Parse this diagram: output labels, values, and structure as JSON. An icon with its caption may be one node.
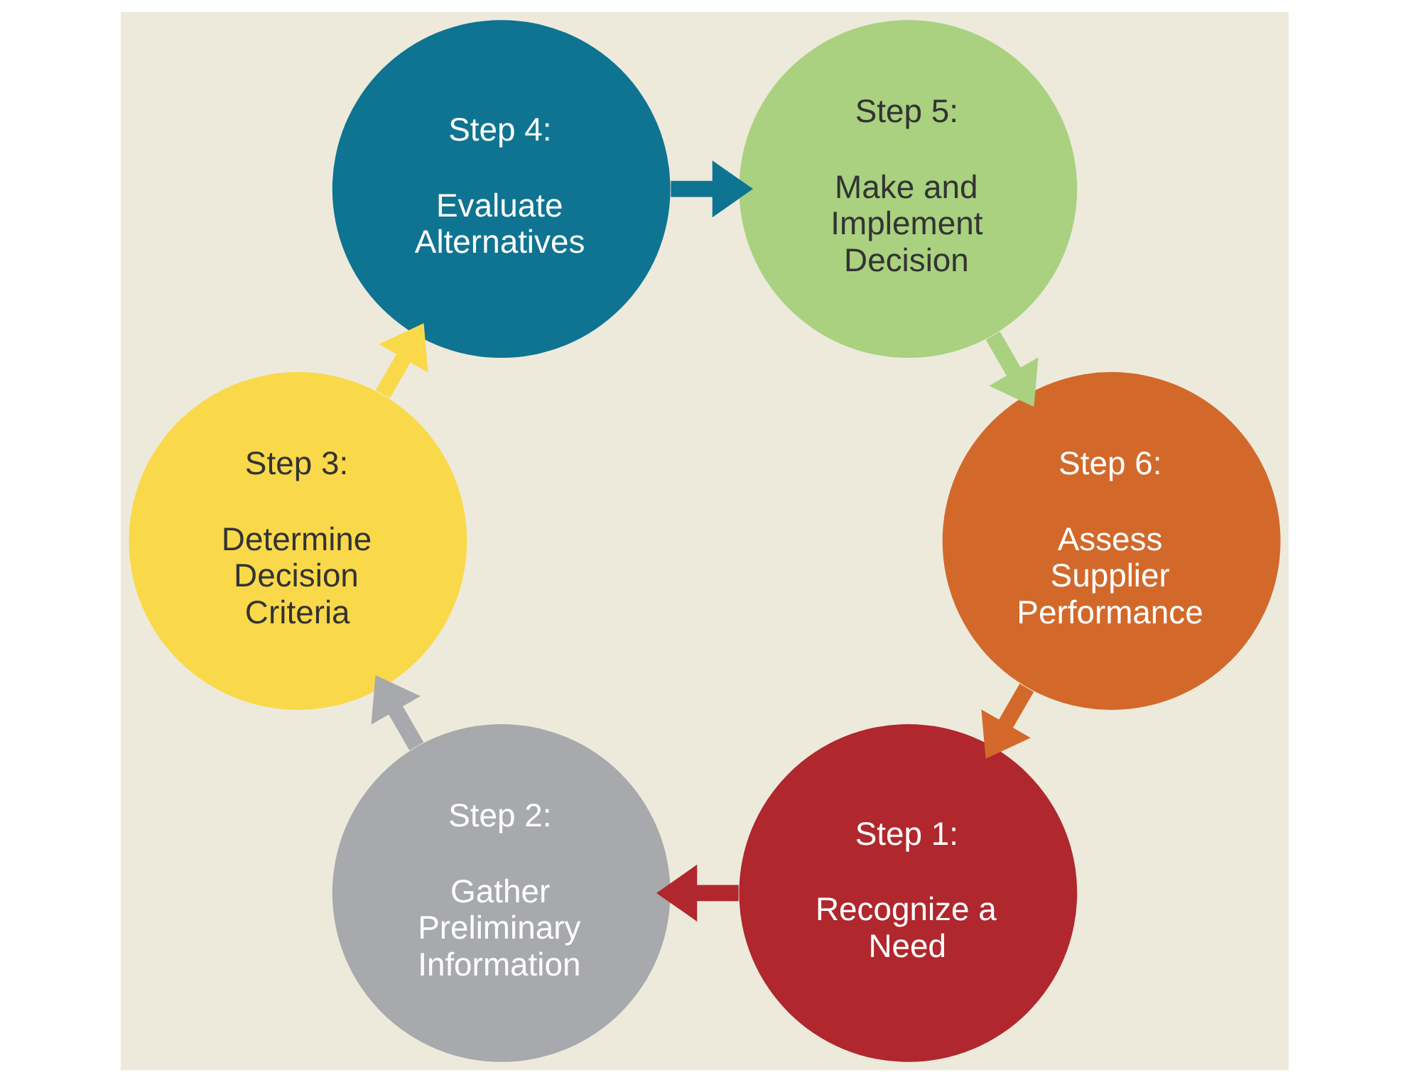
{
  "diagram": {
    "nodes": [
      {
        "text": [
          "Step 1:",
          "Recognize a Need"
        ]
      },
      {
        "text": [
          "Step 2:",
          "Gather Preliminary Information"
        ]
      },
      {
        "text": [
          "Step 3:",
          "Determine Decision Criteria"
        ]
      },
      {
        "text": [
          "Step 4:",
          "Evaluate Alternatives"
        ]
      },
      {
        "text": [
          "Step 5:",
          "Make and Implement Decision"
        ]
      },
      {
        "text": [
          "Step 6:",
          "Assess Supplier Performance"
        ]
      }
    ],
    "edges": [
      {
        "from": 0,
        "to": 1,
        "arrow": "to",
        "color": "#b0272d"
      },
      {
        "from": 1,
        "to": 2,
        "arrow": "to",
        "color": "#a7a9ac"
      },
      {
        "from": 2,
        "to": 3,
        "arrow": "to",
        "color": "#f9d94a"
      },
      {
        "from": 3,
        "to": 4,
        "arrow": "to",
        "color": "#0e7491"
      },
      {
        "from": 4,
        "to": 5,
        "arrow": "to",
        "color": "#a9d17f"
      },
      {
        "from": 5,
        "to": 0,
        "arrow": "to",
        "color": "#d2692a"
      }
    ]
  }
}
